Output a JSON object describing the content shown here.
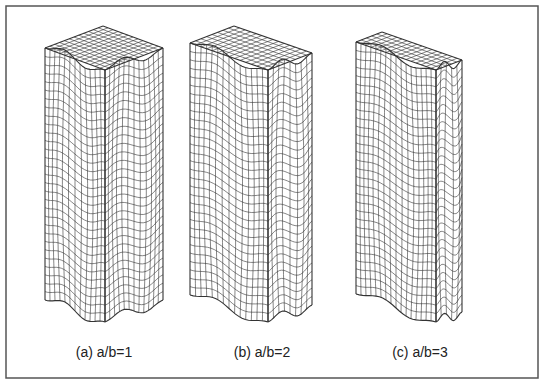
{
  "diagram": {
    "labels": [
      "(a) a/b=1",
      "(b) a/b=2",
      "(c) a/b=3"
    ]
  }
}
